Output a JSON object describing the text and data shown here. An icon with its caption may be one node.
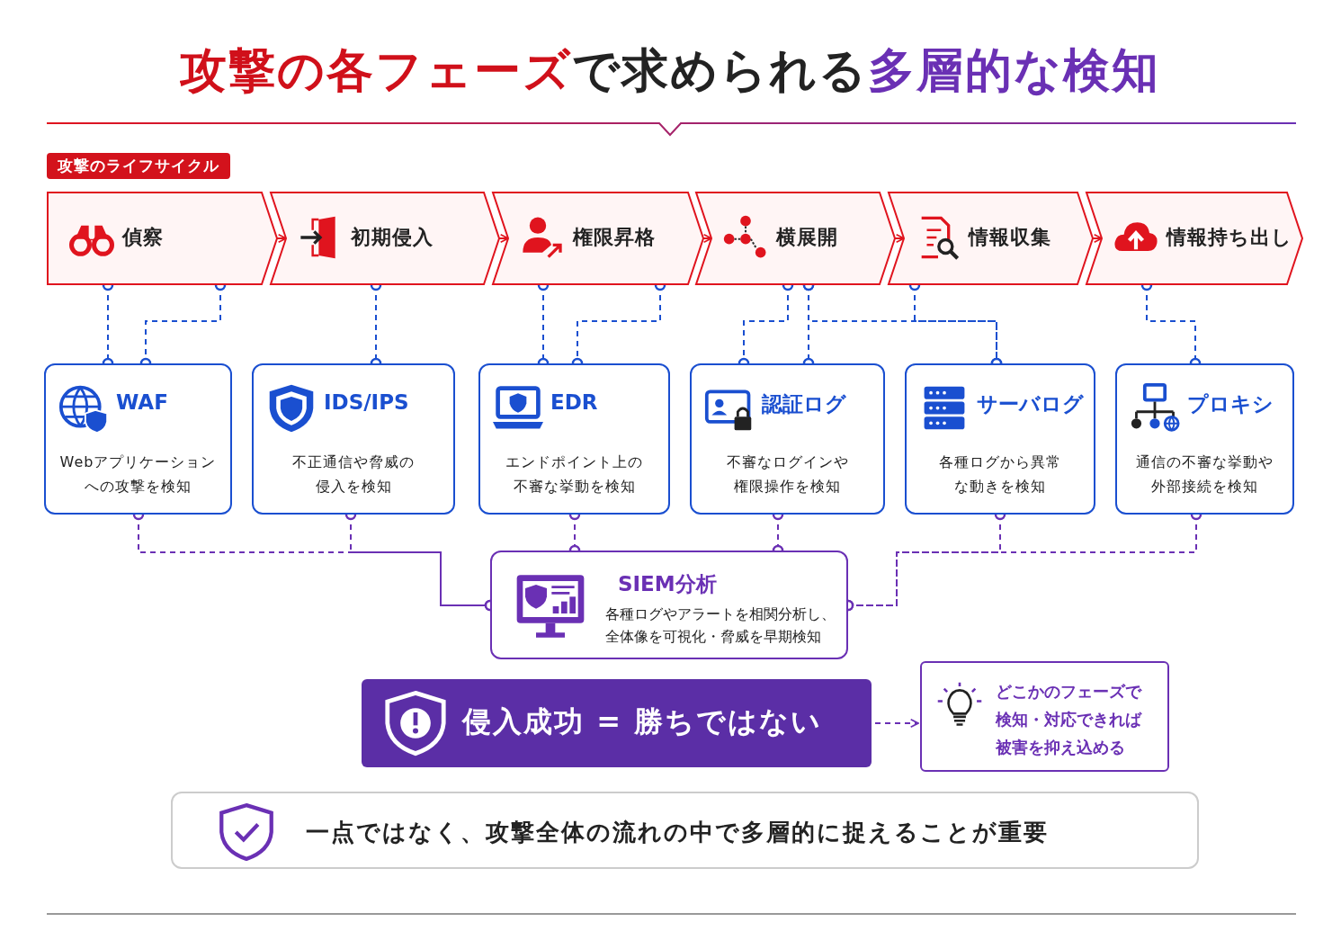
{
  "diagram": {
    "title": "攻撃の各フェーズで求められる多層的な検知",
    "nodes": [
      {
        "text": [
          "偵察"
        ]
      },
      {
        "text": [
          "初期侵入"
        ]
      },
      {
        "text": [
          "権限昇格"
        ]
      },
      {
        "text": [
          "横展開"
        ]
      },
      {
        "text": [
          "情報収集"
        ]
      },
      {
        "text": [
          "情報持ち出し"
        ]
      },
      {
        "text": [
          "WAF",
          "Webアプリケーションへの攻撃を検知"
        ]
      },
      {
        "text": [
          "IDS/IPS",
          "不正通信や脅威の侵入を検知"
        ]
      },
      {
        "text": [
          "EDR",
          "エンドポイント上の不審な挙動を検知"
        ]
      },
      {
        "text": [
          "認証ログ",
          "不審なログインや権限操作を検知"
        ]
      },
      {
        "text": [
          "サーバログ",
          "各種ログから異常な動きを検知"
        ]
      },
      {
        "text": [
          "プロキシ",
          "通信の不審な挙動や外部接続を検知"
        ]
      },
      {
        "text": [
          "SIEM分析",
          "各種ログやアラートを相関分析し、全体像を可視化・脅威を早期検知"
        ]
      },
      {
        "text": [
          "侵入成功 = 勝ちではない"
        ]
      },
      {
        "text": [
          "どこかのフェーズで検知・対応できれば被害を抑え込める"
        ]
      },
      {
        "text": [
          "一点ではなく、攻撃全体の流れの中で多層的に捉えることが重要"
        ]
      }
    ],
    "edges": [
      {
        "from": 0,
        "to": 6,
        "arrow": "other",
        "style": "dashed"
      },
      {
        "from": 0,
        "to": 6,
        "arrow": "other",
        "style": "dashed"
      },
      {
        "from": 1,
        "to": 7,
        "arrow": "other",
        "style": "dashed"
      },
      {
        "from": 2,
        "to": 8,
        "arrow": "other",
        "style": "dashed"
      },
      {
        "from": 2,
        "to": 8,
        "arrow": "other",
        "style": "dashed"
      },
      {
        "from": 3,
        "to": 9,
        "arrow": "other",
        "style": "dashed"
      },
      {
        "from": 3,
        "to": 9,
        "arrow": "other",
        "style": "dashed"
      },
      {
        "from": 3,
        "to": 10,
        "arrow": "other",
        "style": "dashed"
      },
      {
        "from": 4,
        "to": 10,
        "arrow": "other",
        "style": "dashed"
      },
      {
        "from": 5,
        "to": 11,
        "arrow": "other",
        "style": "dashed"
      },
      {
        "from": 6,
        "to": 12,
        "arrow": "other",
        "style": "dashed",
        "color": "#6a30b4"
      },
      {
        "from": 7,
        "to": 12,
        "arrow": "other",
        "style": "dashed",
        "color": "#6a30b4"
      },
      {
        "from": 8,
        "to": 12,
        "arrow": "other",
        "style": "dashed",
        "color": "#6a30b4"
      },
      {
        "from": 9,
        "to": 12,
        "arrow": "other",
        "style": "dashed",
        "color": "#6a30b4"
      },
      {
        "from": 10,
        "to": 12,
        "arrow": "other",
        "style": "dashed",
        "color": "#6a30b4"
      },
      {
        "from": 11,
        "to": 12,
        "arrow": "other",
        "style": "dashed",
        "color": "#6a30b4"
      },
      {
        "from": 13,
        "to": 14,
        "arrow": "to",
        "style": "dashed",
        "color": "#6a30b4"
      },
      {
        "from": 0,
        "to": 1,
        "arrow": "to",
        "color": "#e0141e"
      },
      {
        "from": 1,
        "to": 2,
        "arrow": "to",
        "color": "#e0141e"
      },
      {
        "from": 2,
        "to": 3,
        "arrow": "to",
        "color": "#e0141e"
      },
      {
        "from": 3,
        "to": 4,
        "arrow": "to",
        "color": "#e0141e"
      },
      {
        "from": 4,
        "to": 5,
        "arrow": "to",
        "color": "#e0141e"
      }
    ],
    "labels": [
      "攻撃のライフサイクル"
    ]
  }
}
